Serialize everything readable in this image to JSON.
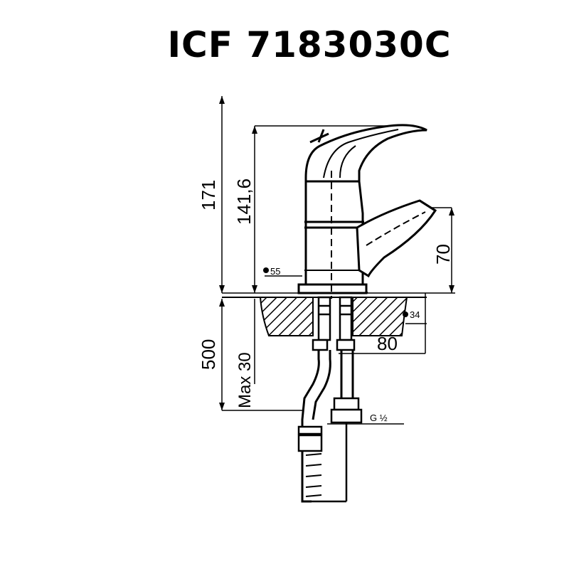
{
  "title": "ICF 7183030C",
  "dimensions": {
    "total_height": "171",
    "spout_height": "141,6",
    "handle_drop": "70",
    "base_diameter": "55",
    "hole_diameter": "34",
    "spout_reach": "80",
    "hose_length": "500",
    "max_deck": "Max 30",
    "thread": "G ½"
  }
}
